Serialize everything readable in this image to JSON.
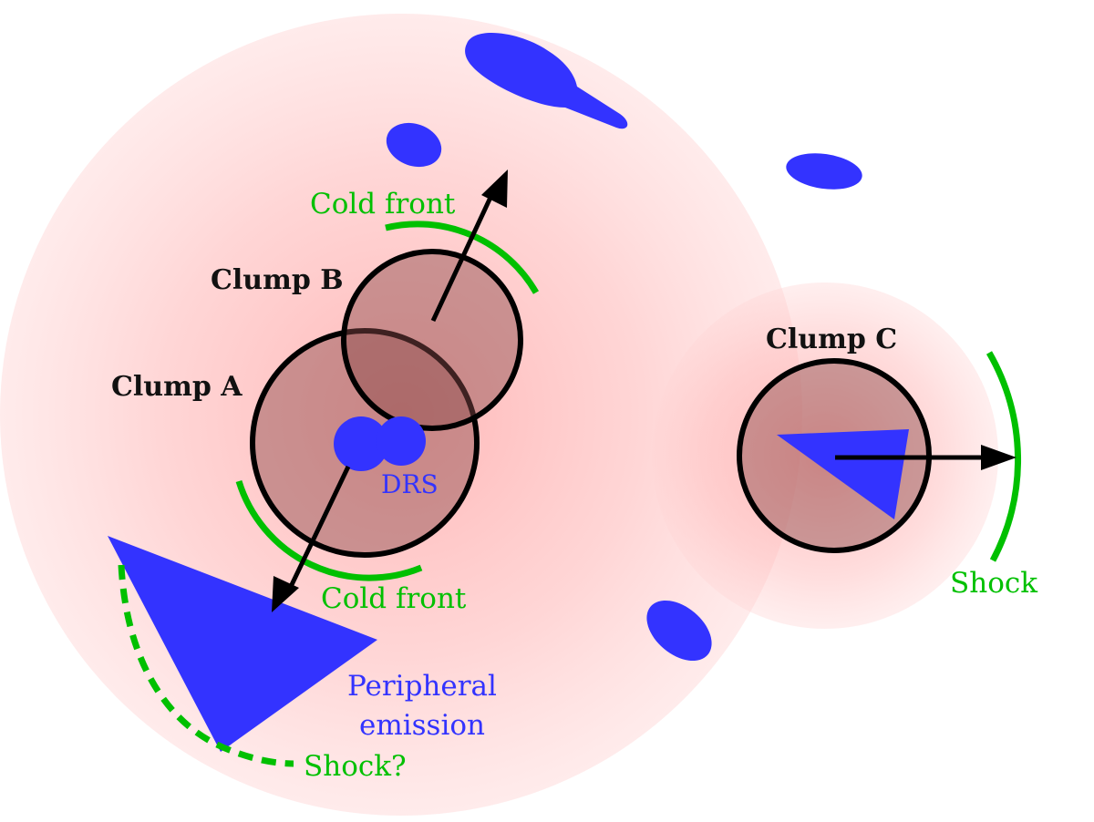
{
  "colors": {
    "halo": "#ff9a9a",
    "clump_fill": "#9c5a5a",
    "clump_stroke": "#000000",
    "radio_emission": "#3333ff",
    "front": "#00c000",
    "arrow": "#000000"
  },
  "labels": {
    "clump_a": "Clump A",
    "clump_b": "Clump B",
    "clump_c": "Clump C",
    "drs": "DRS",
    "cold_front_top": "Cold front",
    "cold_front_bottom": "Cold front",
    "peripheral_line1": "Peripheral",
    "peripheral_line2": "emission",
    "shock_question": "Shock?",
    "shock": "Shock"
  }
}
